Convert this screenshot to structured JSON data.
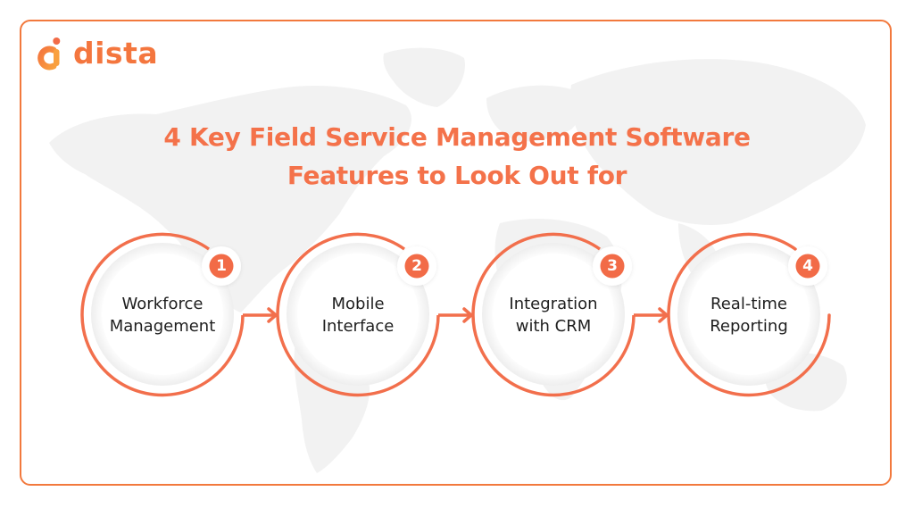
{
  "brand": {
    "logo_text": "dista",
    "primary_color": "#f4763e",
    "accent_color": "#f9a03f"
  },
  "title": {
    "line1": "4 Key Field Service Management Software",
    "line2": "Features to Look Out for",
    "color": "#f4724a"
  },
  "colors": {
    "frame_border": "#f2793d",
    "ring": "#f26f4c",
    "badge_fill": "#f26b47",
    "badge_text": "#ffffff",
    "label_text": "#1e1e1e",
    "map_fill": "#f3f3f3"
  },
  "steps": [
    {
      "number": "1",
      "line1": "Workforce",
      "line2": "Management"
    },
    {
      "number": "2",
      "line1": "Mobile",
      "line2": "Interface"
    },
    {
      "number": "3",
      "line1": "Integration",
      "line2": "with CRM"
    },
    {
      "number": "4",
      "line1": "Real-time",
      "line2": "Reporting"
    }
  ],
  "icons": {
    "logo": "dista-logo-icon",
    "connector": "arrow-right-icon"
  }
}
